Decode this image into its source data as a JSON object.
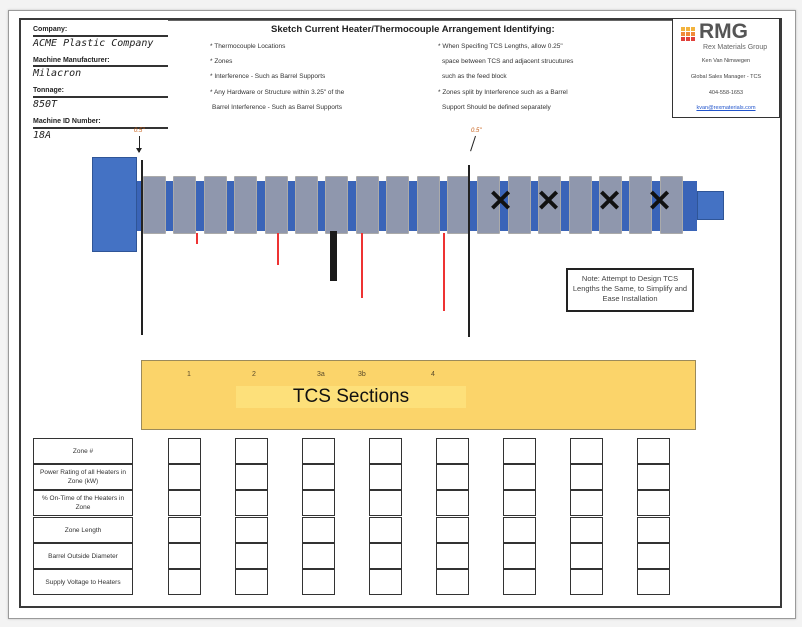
{
  "form": {
    "fields": [
      {
        "label": "Company:",
        "value": "ACME Plastic Company"
      },
      {
        "label": "Machine Manufacturer:",
        "value": "Milacron"
      },
      {
        "label": "Tonnage:",
        "value": "850T"
      },
      {
        "label": "Machine ID Number:",
        "value": "18A"
      }
    ]
  },
  "instructions": {
    "title": "Sketch Current Heater/Thermocouple Arrangement Identifying:",
    "left": [
      "* Thermocouple Locations",
      "* Zones",
      "* Interference - Such as Barrel Supports",
      "* Any Hardware or Structure within 3.25\" of the",
      "  Barrel Interference - Such as Barrel Supports"
    ],
    "right": [
      "* When Specifing TCS Lengths, allow 0.25\"",
      "  space between TCS and adjacent strucutures",
      "  such as the feed block",
      "* Zones split by Interference such as a Barrel",
      "  Support Should be defined separately"
    ]
  },
  "contact": {
    "logo": "RMG",
    "company": "Rex Materials Group",
    "name": "Ken Van Nimwegen",
    "title": "Global Sales Manager - TCS",
    "phone": "404-558-1653",
    "email": "kvan@rexmaterials.com"
  },
  "diagram": {
    "dimension_left": "0.5\"",
    "dimension_right": "0.5\"",
    "segment_count": 18,
    "x_marked_segments": [
      12,
      14,
      16,
      17
    ],
    "note": "Note: Attempt to Design TCS Lengths the Same, to Simplify and Ease Installation",
    "colors": {
      "barrel": "#4472c4",
      "segment": "#8f97ad",
      "thermocouple": "#ee3333",
      "support": "#1a1a1a"
    }
  },
  "sections": {
    "title": "TCS Sections",
    "labels": [
      "1",
      "2",
      "3a",
      "3b",
      "4"
    ],
    "color": "#fbd46a"
  },
  "table": {
    "rows": [
      "Zone #",
      "Power Rating of all Heaters in Zone (kW)",
      "% On-Time of the Heaters in Zone",
      "Zone Length",
      "Barrel Outside Diameter",
      "Supply Voltage to Heaters"
    ],
    "column_count": 8
  }
}
